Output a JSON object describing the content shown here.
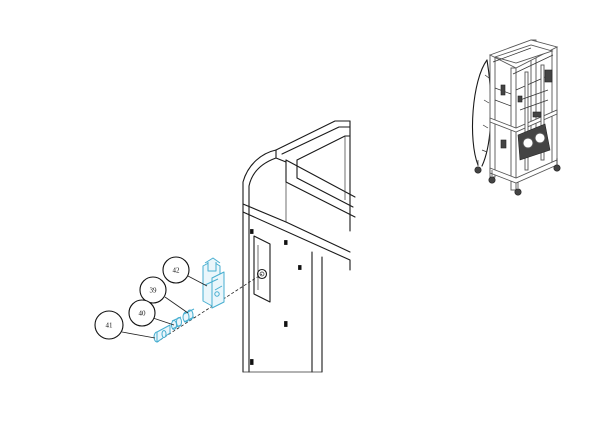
{
  "callouts": [
    {
      "id": "callout-39",
      "label": "39"
    },
    {
      "id": "callout-40",
      "label": "40"
    },
    {
      "id": "callout-41",
      "label": "41"
    },
    {
      "id": "callout-42",
      "label": "42"
    }
  ],
  "colors": {
    "line": "#1a1a1a",
    "part_stroke": "#47aed0",
    "part_fill": "#eaf6fb",
    "background": "#ffffff"
  }
}
